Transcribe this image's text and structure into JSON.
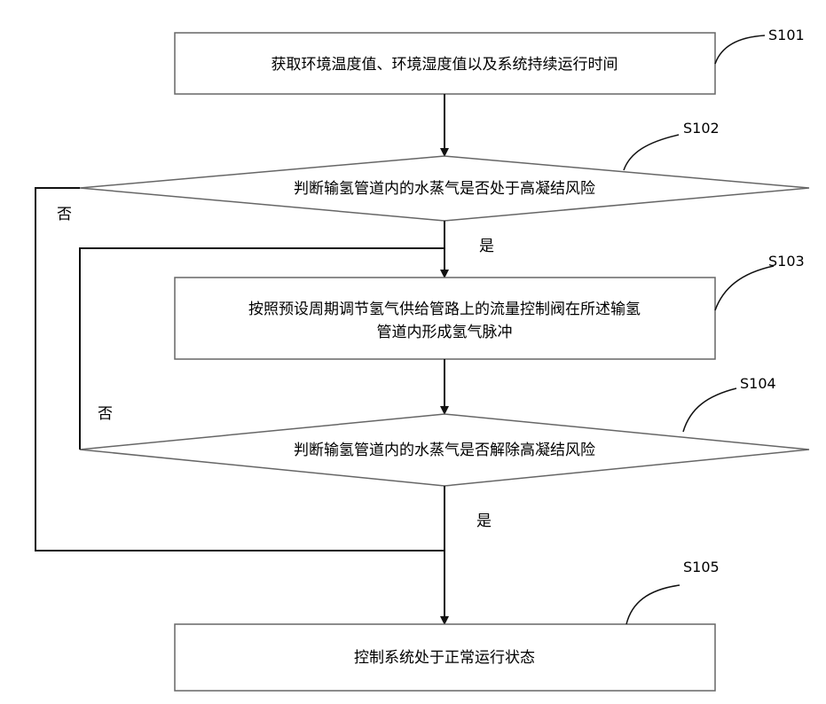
{
  "steps": {
    "s101": {
      "id": "S101",
      "text": "获取环境温度值、环境湿度值以及系统持续运行时间"
    },
    "s102": {
      "id": "S102",
      "text": "判断输氢管道内的水蒸气是否处于高凝结风险"
    },
    "s103": {
      "id": "S103",
      "text_line1": "按照预设周期调节氢气供给管路上的流量控制阀在所述输氢",
      "text_line2": "管道内形成氢气脉冲"
    },
    "s104": {
      "id": "S104",
      "text": "判断输氢管道内的水蒸气是否解除高凝结风险"
    },
    "s105": {
      "id": "S105",
      "text": "控制系统处于正常运行状态"
    }
  },
  "branches": {
    "s102_yes": "是",
    "s102_no": "否",
    "s104_yes": "是",
    "s104_no": "否"
  }
}
